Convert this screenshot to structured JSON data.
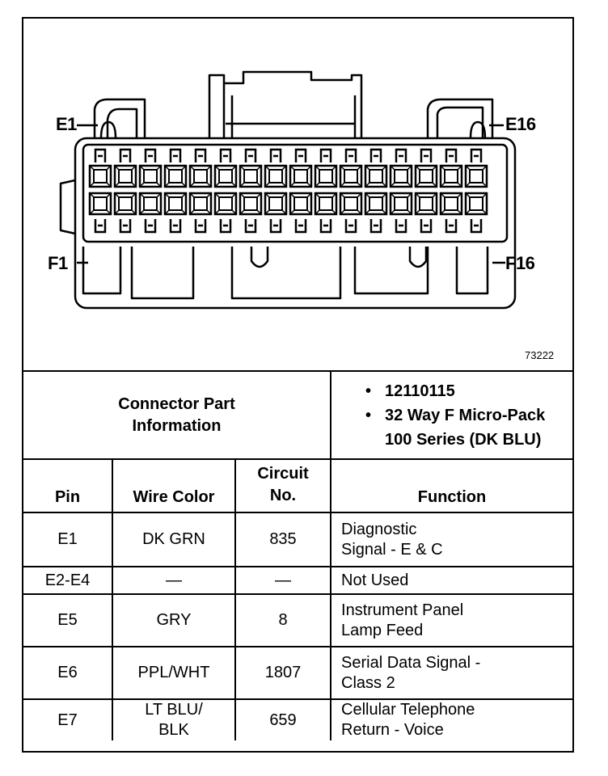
{
  "diagram": {
    "pin_labels": {
      "top_left": "E1",
      "top_right": "E16",
      "bottom_left": "F1",
      "bottom_right": "F16"
    },
    "figure_number": "73222",
    "columns_per_row": 16
  },
  "connector_info": {
    "label": "Connector Part\nInformation",
    "items": [
      "12110115",
      "32 Way F Micro-Pack\n100 Series (DK BLU)"
    ]
  },
  "table": {
    "headers": {
      "pin": "Pin",
      "wire_color": "Wire Color",
      "circuit": "Circuit\nNo.",
      "function": "Function"
    },
    "rows": [
      {
        "pin": "E1",
        "wire_color": "DK GRN",
        "circuit": "835",
        "function": "Diagnostic\nSignal - E & C"
      },
      {
        "pin": "E2-E4",
        "wire_color": "—",
        "circuit": "—",
        "function": "Not Used"
      },
      {
        "pin": "E5",
        "wire_color": "GRY",
        "circuit": "8",
        "function": "Instrument Panel\nLamp Feed"
      },
      {
        "pin": "E6",
        "wire_color": "PPL/WHT",
        "circuit": "1807",
        "function": "Serial Data Signal -\nClass 2"
      },
      {
        "pin": "E7",
        "wire_color": "LT BLU/\nBLK",
        "circuit": "659",
        "function": "Cellular Telephone\nReturn - Voice"
      }
    ]
  }
}
